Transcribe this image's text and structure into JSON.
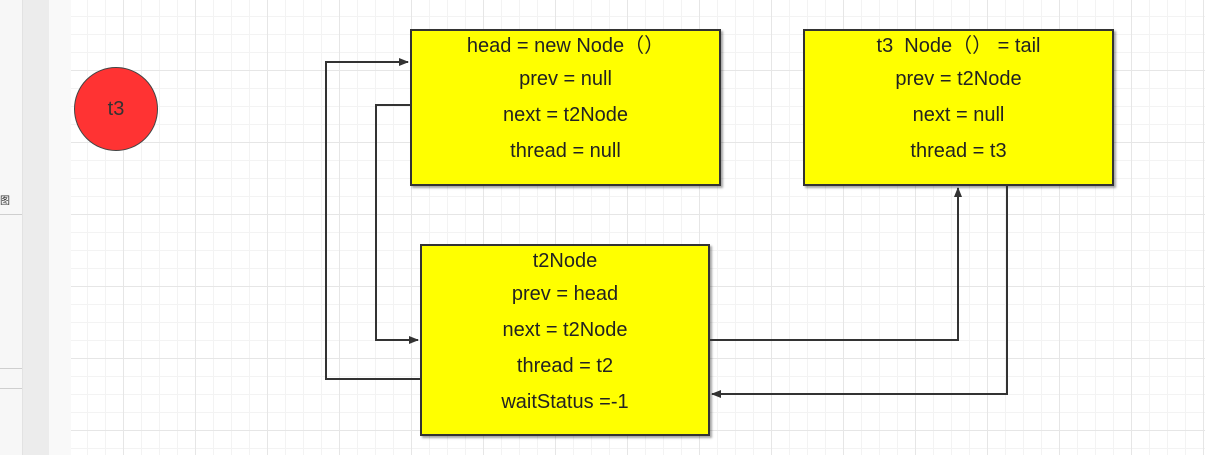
{
  "sidebar": {
    "tab_label": "图"
  },
  "nodes": {
    "head": {
      "lines": [
        "head = new Node（）",
        "prev = null",
        "next = t2Node",
        "thread = null"
      ]
    },
    "tail": {
      "lines": [
        "t3  Node（） = tail",
        "prev = t2Node",
        "next = null",
        "thread = t3"
      ]
    },
    "t2": {
      "lines": [
        "t2Node",
        "prev = head",
        "next = t2Node",
        "thread = t2",
        "waitStatus =-1"
      ]
    }
  },
  "thread_circle": {
    "label": "t3",
    "color": "#ff3333"
  },
  "colors": {
    "node_fill": "#ffff00",
    "border": "#333333",
    "arrow": "#333333"
  }
}
